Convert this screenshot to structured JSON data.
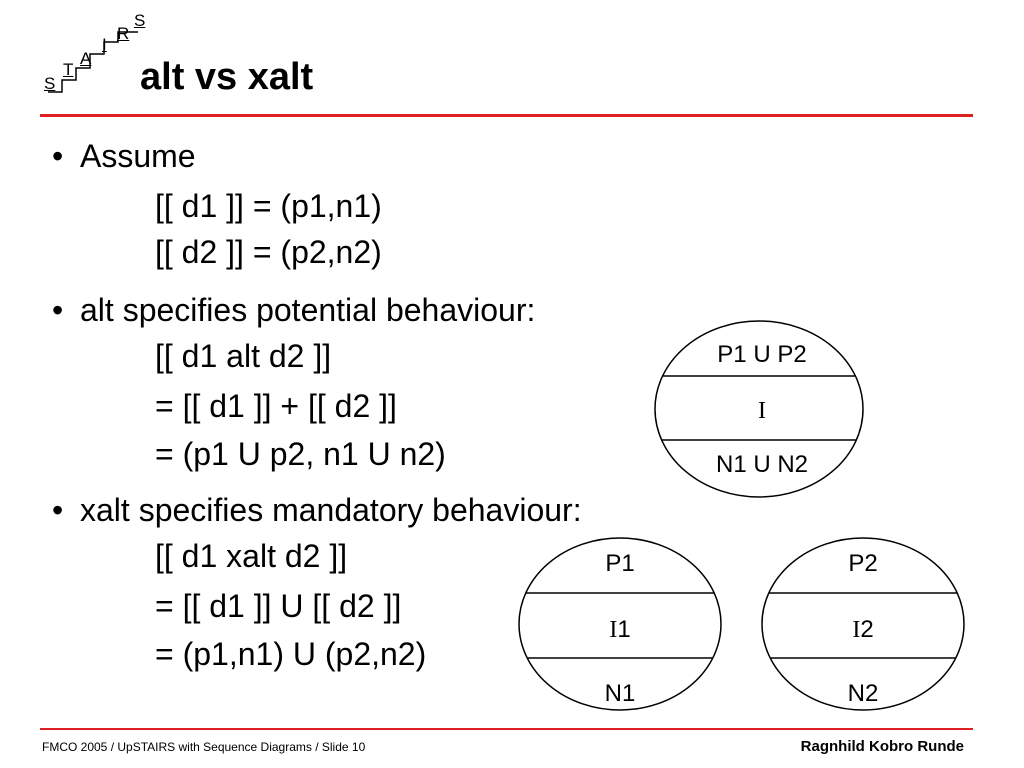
{
  "logo": {
    "letters": [
      "S",
      "T",
      "A",
      "I",
      "R",
      "S"
    ]
  },
  "slide": {
    "title": "alt vs xalt",
    "bullets": [
      {
        "head": "Assume",
        "lines": [
          "[[ d1 ]] = (p1,n1)",
          "[[ d2 ]] = (p2,n2)"
        ]
      },
      {
        "head": "alt specifies potential behaviour:",
        "lines": [
          "[[ d1 alt d2 ]]",
          "= [[ d1 ]] + [[ d2 ]]",
          "= (p1 U p2, n1 U n2)"
        ]
      },
      {
        "head": "xalt specifies mandatory behaviour:",
        "lines": [
          "[[ d1 xalt d2 ]]",
          "= [[ d1 ]] U [[ d2 ]]",
          "= (p1,n1) U (p2,n2)"
        ]
      }
    ],
    "bullet_char": "•"
  },
  "diagrams": {
    "alt": {
      "top": "P1 U P2",
      "middle": "I",
      "bottom": "N1 U N2"
    },
    "xalt_left": {
      "top": "P1",
      "middle_serif": "I",
      "middle_suffix": "1",
      "bottom": "N1"
    },
    "xalt_right": {
      "top": "P2",
      "middle_serif": "I",
      "middle_suffix": "2",
      "bottom": "N2"
    }
  },
  "footer": {
    "left": "FMCO 2005 / UpSTAIRS with Sequence Diagrams / Slide 10",
    "right": "Ragnhild Kobro Runde"
  },
  "colors": {
    "rule": "#e02020",
    "text": "#000000",
    "background": "#ffffff"
  }
}
